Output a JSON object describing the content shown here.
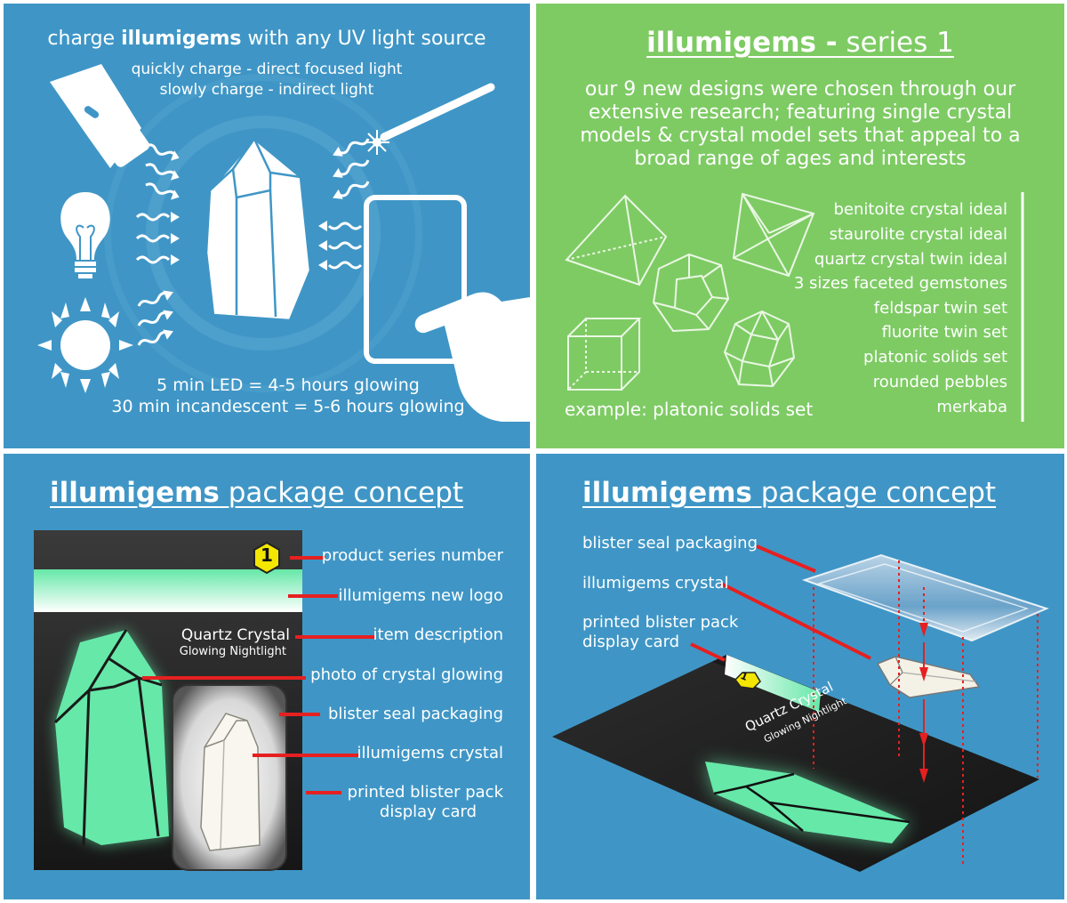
{
  "panel1": {
    "title_prefix": "charge ",
    "title_brand": "illumigems",
    "title_suffix": " with any UV light source",
    "line_quick": "quickly charge - direct focused light",
    "line_slow": "slowly charge - indirect light",
    "stat_led": "5 min LED = 4-5 hours glowing",
    "stat_incandescent": "30 min incandescent = 5-6 hours glowing",
    "icons": [
      "flashlight-icon",
      "laser-pointer-icon",
      "light-bulb-icon",
      "sun-icon",
      "phone-in-hand-icon",
      "crystal-icon"
    ]
  },
  "panel2": {
    "title_brand": "illumigems -",
    "title_rest": " series 1",
    "description": "our 9 new designs were chosen through our extensive research; featuring single crystal models & crystal model sets that appeal to a broad range of ages and interests",
    "designs": [
      "benitoite crystal ideal",
      "staurolite crystal ideal",
      "quartz crystal twin ideal",
      "3 sizes faceted gemstones",
      "feldspar twin set",
      "fluorite twin set",
      "platonic solids set",
      "rounded pebbles",
      "merkaba"
    ],
    "example_caption": "example: platonic solids set"
  },
  "panel3": {
    "title_brand": "illumigems",
    "title_rest": " package concept",
    "series_number": "1",
    "card_title": "Quartz Crystal",
    "card_subtitle": "Glowing Nightlight",
    "callouts": [
      "product series number",
      "illumigems new logo",
      "item description",
      "photo of crystal glowing",
      "blister seal packaging",
      "illumigems crystal",
      "printed blister pack",
      "display card"
    ]
  },
  "panel4": {
    "title_brand": "illumigems",
    "title_rest": " package concept",
    "label_blister": "blister seal packaging",
    "label_crystal": "illumigems crystal",
    "label_card_1": "printed blister pack",
    "label_card_2": "display card",
    "series_number": "1",
    "card_title": "Quartz Crystal",
    "card_subtitle": "Glowing Nightlight"
  },
  "colors": {
    "blue_panel": "#3f96c6",
    "green_panel": "#7ecb64",
    "glow_green": "#66e8a8",
    "callout_red": "#e62020",
    "hex_yellow": "#f3e600"
  }
}
